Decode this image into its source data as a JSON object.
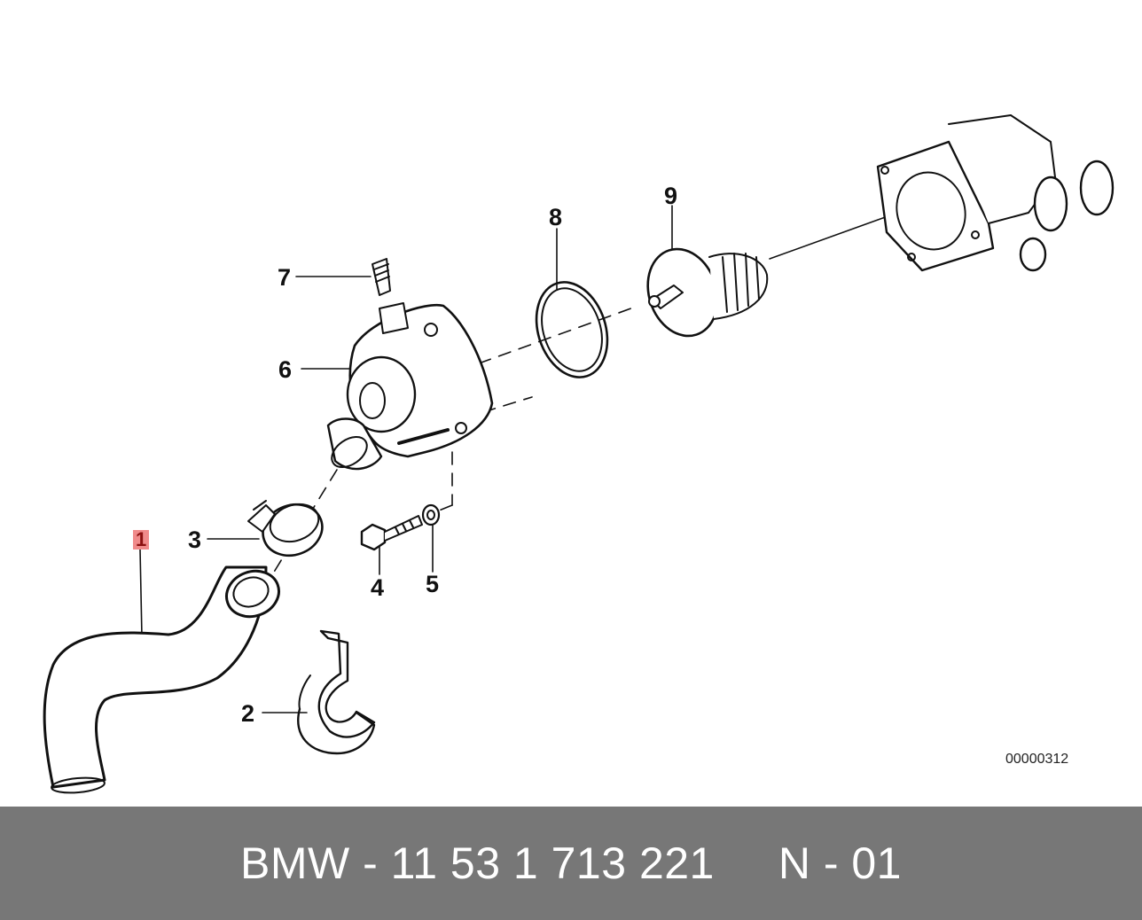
{
  "callouts": [
    {
      "id": "1",
      "label": "1",
      "highlight": true
    },
    {
      "id": "2",
      "label": "2",
      "highlight": false
    },
    {
      "id": "3",
      "label": "3",
      "highlight": false
    },
    {
      "id": "4",
      "label": "4",
      "highlight": false
    },
    {
      "id": "5",
      "label": "5",
      "highlight": false
    },
    {
      "id": "6",
      "label": "6",
      "highlight": false
    },
    {
      "id": "7",
      "label": "7",
      "highlight": false
    },
    {
      "id": "8",
      "label": "8",
      "highlight": false
    },
    {
      "id": "9",
      "label": "9",
      "highlight": false
    }
  ],
  "drawing_number": "00000312",
  "footer": {
    "text": "BMW - 11 53 1 713 221     N - 01",
    "background_color": "#777777",
    "text_color": "#ffffff"
  },
  "highlight_color": "#f08a8a"
}
